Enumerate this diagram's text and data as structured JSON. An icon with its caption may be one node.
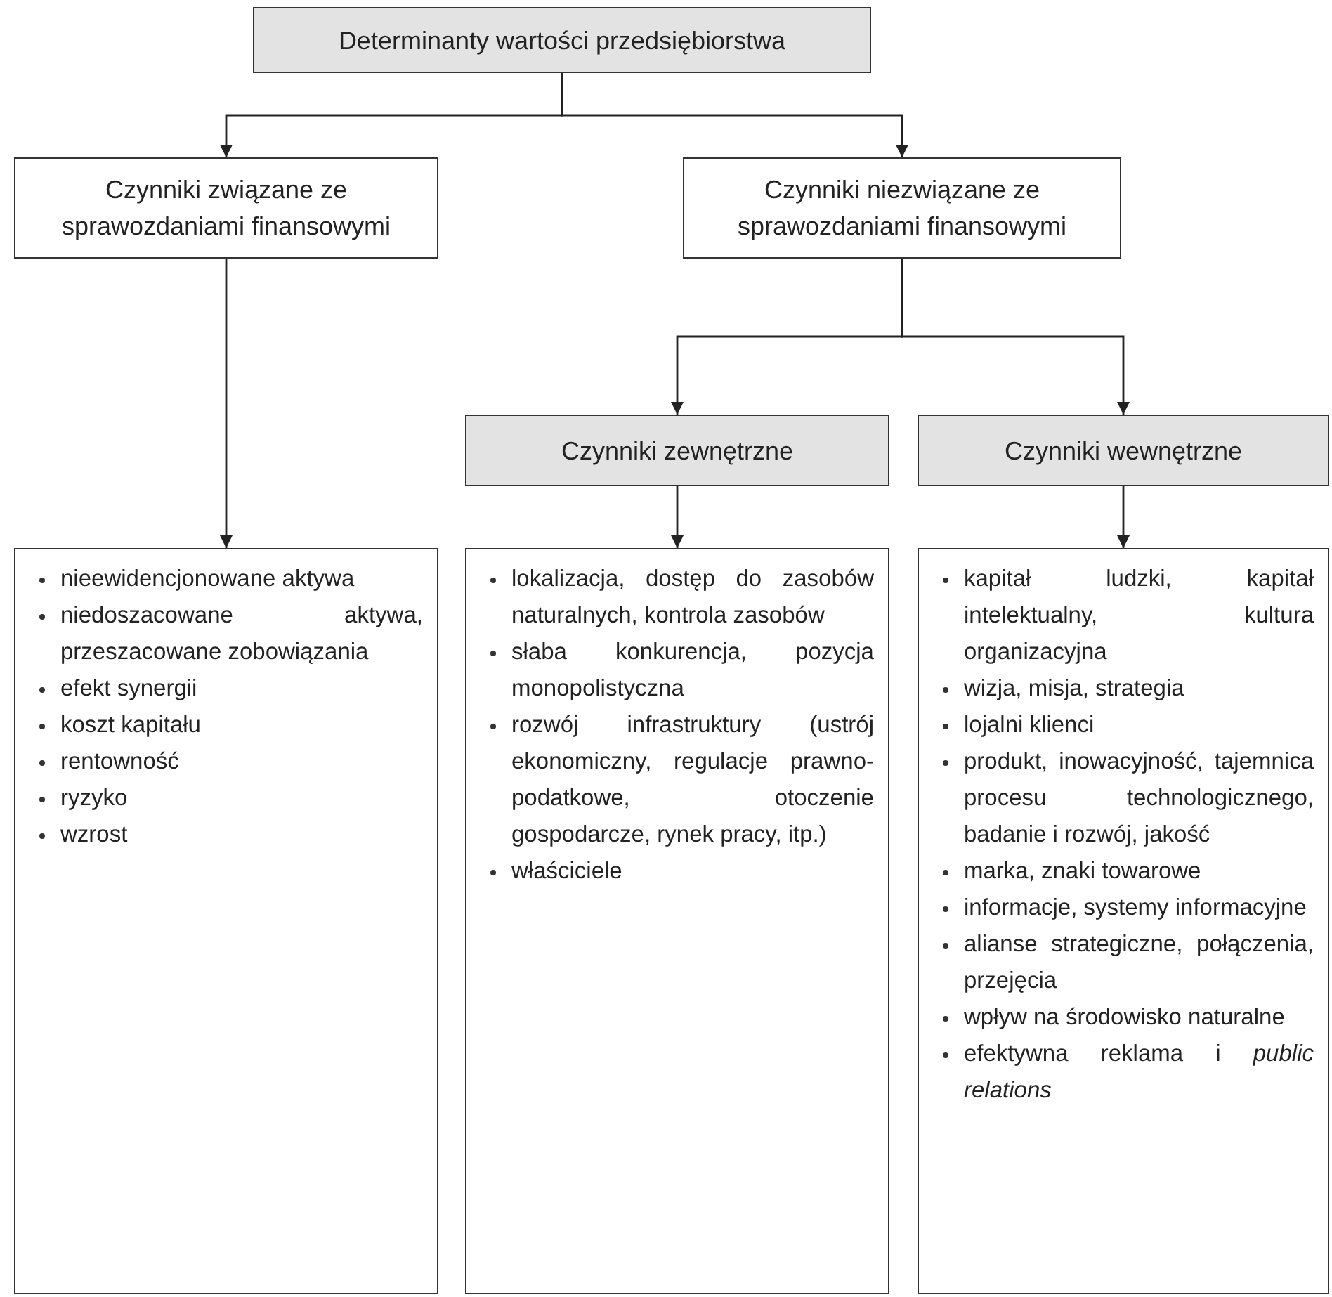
{
  "diagram": {
    "nodes": [
      {
        "text": [
          "Determinanty wartości przedsiębiorstwa"
        ]
      },
      {
        "text": [
          "Czynniki związane ze sprawozdaniami finansowymi"
        ]
      },
      {
        "text": [
          "Czynniki niezwiązane ze sprawozdaniami finansowymi"
        ]
      },
      {
        "text": [
          "Czynniki zewnętrzne"
        ]
      },
      {
        "text": [
          "Czynniki wewnętrzne"
        ]
      },
      {
        "text": [
          "nieewidencjonowane aktywa",
          "niedoszacowane aktywa, przeszacowane zobowiązania",
          "efekt synergii",
          "koszt kapitału",
          "rentowność",
          "ryzyko",
          "wzrost"
        ]
      },
      {
        "text": [
          "lokalizacja, dostęp do zasobów naturalnych, kontrola zasobów",
          "słaba konkurencja, pozycja monopolistyczna",
          "rozwój infrastruktury (ustrój ekonomiczny, regulacje prawno-podatkowe, otoczenie gospodarcze, rynek pracy, itp.)",
          "właściciele"
        ]
      },
      {
        "text": [
          "kapitał ludzki, kapitał intelektualny, kultura organizacyjna",
          "wizja, misja, strategia",
          "lojalni klienci",
          "produkt, inowacyjność, tajemnica procesu technologicznego, badanie i rozwój, jakość",
          "marka, znaki towarowe",
          "informacje, systemy informacyjne",
          "alianse strategiczne, połączenia, przejęcia",
          "wpływ na środowisko naturalne",
          "efektywna reklama i *public relations*"
        ]
      }
    ],
    "edges": [
      {
        "from": 0,
        "to": 1,
        "arrow": "to"
      },
      {
        "from": 0,
        "to": 2,
        "arrow": "to"
      },
      {
        "from": 2,
        "to": 3,
        "arrow": "to"
      },
      {
        "from": 2,
        "to": 4,
        "arrow": "to"
      },
      {
        "from": 1,
        "to": 5,
        "arrow": "to"
      },
      {
        "from": 3,
        "to": 6,
        "arrow": "to"
      },
      {
        "from": 4,
        "to": 7,
        "arrow": "to"
      }
    ]
  }
}
